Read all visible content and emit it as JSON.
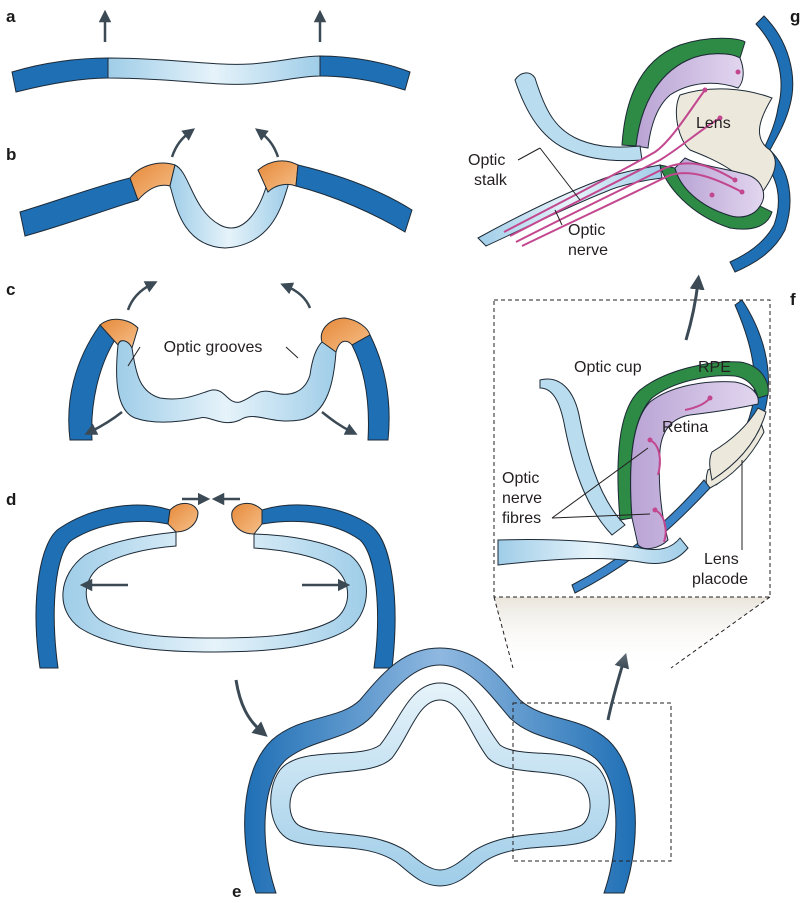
{
  "panels": {
    "a": "a",
    "b": "b",
    "c": "c",
    "d": "d",
    "e": "e",
    "f": "f",
    "g": "g"
  },
  "labels": {
    "optic_grooves": "Optic grooves",
    "optic_stalk_1": "Optic",
    "optic_stalk_2": "stalk",
    "optic_nerve_1": "Optic",
    "optic_nerve_2": "nerve",
    "lens": "Lens",
    "optic_cup": "Optic cup",
    "rpe": "RPE",
    "retina": "Retina",
    "optic_nerve_fibres_1": "Optic",
    "optic_nerve_fibres_2": "nerve",
    "optic_nerve_fibres_3": "fibres",
    "lens_placode_1": "Lens",
    "lens_placode_2": "placode"
  },
  "colors": {
    "surface_ectoderm": "#1f6fb5",
    "neural_plate": "#b9dcef",
    "neural_plate_light": "#e6f3fa",
    "neural_crest": "#f0a35a",
    "retina": "#c9b6dd",
    "rpe": "#2e8b45",
    "lens": "#ece8dc",
    "nerve_fibres": "#c2478f",
    "arrow": "#3b4a55",
    "outline": "#1d2a36"
  }
}
